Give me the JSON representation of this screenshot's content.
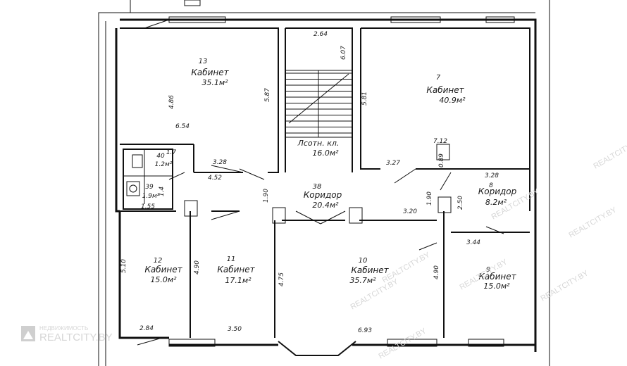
{
  "rooms": [
    {
      "id": "r13",
      "number": "13",
      "name": "Кабинет",
      "area": "35.1м²"
    },
    {
      "id": "r7",
      "number": "7",
      "name": "Кабинет",
      "area": "40.9м²"
    },
    {
      "id": "r_stair",
      "number": "",
      "name": "Лсотн. кл.",
      "area": "16.0м²"
    },
    {
      "id": "r38",
      "number": "38",
      "name": "Коридор",
      "area": "20.4м²"
    },
    {
      "id": "r8",
      "number": "8",
      "name": "Коридор",
      "area": "8.2м²"
    },
    {
      "id": "r12",
      "number": "12",
      "name": "Кабинет",
      "area": "15.0м²"
    },
    {
      "id": "r11",
      "number": "11",
      "name": "Кабинет",
      "area": "17.1м²"
    },
    {
      "id": "r10",
      "number": "10",
      "name": "Кабинет",
      "area": "35.7м²"
    },
    {
      "id": "r9",
      "number": "9",
      "name": "Кабинет",
      "area": "15.0м²"
    },
    {
      "id": "r40",
      "number": "40",
      "name": "",
      "area": "1.2м²"
    },
    {
      "id": "r39",
      "number": "39",
      "name": "",
      "area": "1.9м²"
    }
  ],
  "dimensions": {
    "d_264": "2.64",
    "d_607": "6.07",
    "d_587": "5.87",
    "d_581": "5.81",
    "d_486": "4.86",
    "d_654": "6.54",
    "d_712": "7.12",
    "d_089": "0.89",
    "d_328a": "3.28",
    "d_452": "4.52",
    "d_327": "3.27",
    "d_328b": "3.28",
    "d_190a": "1.90",
    "d_190b": "1.90",
    "d_250": "2.50",
    "d_320": "3.20",
    "d_344": "3.44",
    "d_510": "5.10",
    "d_490a": "4.90",
    "d_475": "4.75",
    "d_490b": "4.90",
    "d_284": "2.84",
    "d_350": "3.50",
    "d_693": "6.93",
    "d_155": "1.55",
    "d_17": "1.7",
    "d_14": "1.4"
  },
  "watermark": {
    "line1": "НЕДВИЖИМОСТЬ",
    "line2": "REALTCITY.BY",
    "repeat": "REALTCITY.BY"
  }
}
